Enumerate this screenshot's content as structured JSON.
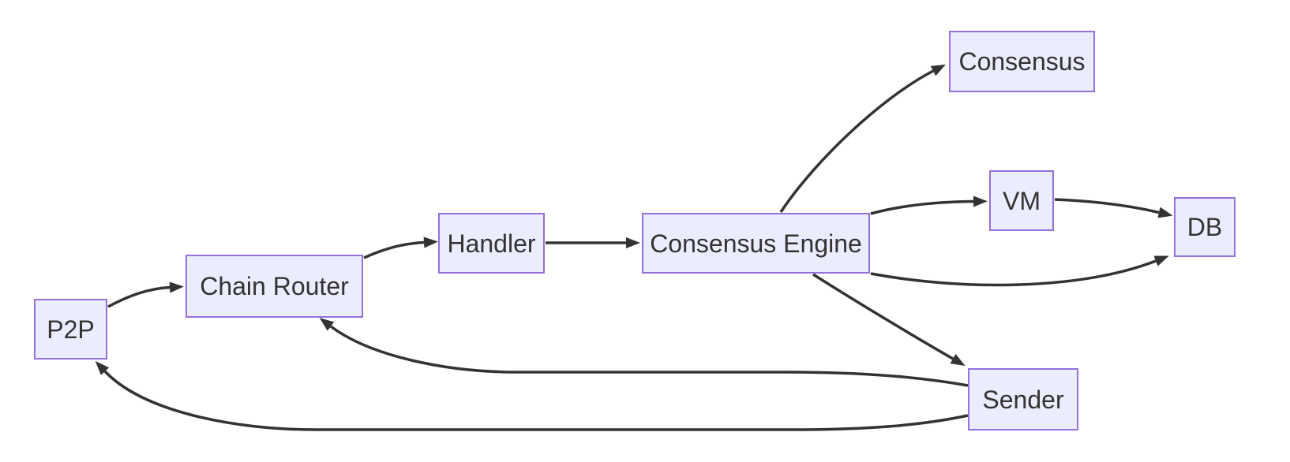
{
  "diagram": {
    "type": "flowchart",
    "direction": "LR",
    "nodes": [
      {
        "id": "p2p",
        "label": "P2P"
      },
      {
        "id": "chain-router",
        "label": "Chain Router"
      },
      {
        "id": "handler",
        "label": "Handler"
      },
      {
        "id": "consensus-engine",
        "label": "Consensus Engine"
      },
      {
        "id": "consensus",
        "label": "Consensus"
      },
      {
        "id": "vm",
        "label": "VM"
      },
      {
        "id": "db",
        "label": "DB"
      },
      {
        "id": "sender",
        "label": "Sender"
      }
    ],
    "edges": [
      {
        "from": "P2P",
        "to": "Chain Router"
      },
      {
        "from": "Chain Router",
        "to": "Handler"
      },
      {
        "from": "Handler",
        "to": "Consensus Engine"
      },
      {
        "from": "Consensus Engine",
        "to": "Consensus"
      },
      {
        "from": "Consensus Engine",
        "to": "VM"
      },
      {
        "from": "Consensus Engine",
        "to": "DB"
      },
      {
        "from": "Consensus Engine",
        "to": "Sender"
      },
      {
        "from": "VM",
        "to": "DB"
      },
      {
        "from": "Sender",
        "to": "Chain Router"
      },
      {
        "from": "Sender",
        "to": "P2P"
      }
    ],
    "colors": {
      "node_fill": "#ECECFF",
      "node_border": "#9370DB",
      "edge": "#333333",
      "label_text": "#333333",
      "background": "#FFFFFF"
    }
  }
}
